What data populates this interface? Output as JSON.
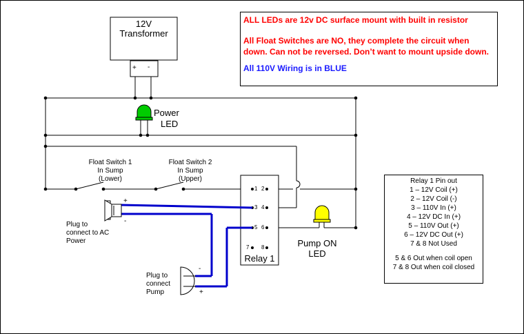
{
  "transformer": {
    "line1": "12V",
    "line2": "Transformer",
    "plus": "+",
    "minus": "-"
  },
  "power_led": {
    "line1": "Power",
    "line2": "LED"
  },
  "pump_led": {
    "line1": "Pump ON",
    "line2": "LED"
  },
  "float_switch_1": {
    "line1": "Float Switch 1",
    "line2": "In Sump",
    "line3": "(Lower)"
  },
  "float_switch_2": {
    "line1": "Float Switch 2",
    "line2": "In Sump",
    "line3": "(Upper)"
  },
  "relay": {
    "label": "Relay 1",
    "pins": [
      "1",
      "2",
      "3",
      "4",
      "5",
      "6",
      "7",
      "8"
    ]
  },
  "ac_plug": {
    "line1": "Plug to",
    "line2": "connect to AC",
    "line3": "Power",
    "plus": "+",
    "minus": "-"
  },
  "pump_plug": {
    "line1": "Plug to",
    "line2": "connect",
    "line3": "Pump",
    "plus": "+",
    "minus": "-"
  },
  "notes": {
    "led_note": "ALL LEDs are 12v DC surface mount with built in resistor",
    "float_note": "All Float Switches are NO, they complete the circuit when down.  Can not be reversed.  Don’t want to mount upside down.",
    "wiring_note": "All 110V Wiring is in BLUE"
  },
  "pinout": {
    "title": "Relay 1 Pin out",
    "items": [
      "1 – 12V Coil (+)",
      "2 – 12V Coil (-)",
      "3 – 110V In (+)",
      "4 –  12V DC In (+)",
      "5 – 110V Out (+)",
      "6 – 12V DC Out (+)",
      "7 & 8 Not Used"
    ],
    "footer1": "5 & 6 Out when coil open",
    "footer2": "7 & 8 Out when coil closed"
  },
  "colors": {
    "wire": "#000000",
    "wire_110v": "#0000cc",
    "note_red": "#ff0000",
    "note_blue": "#1a1aff",
    "led_green": "#00cc00",
    "led_yellow": "#ffff00"
  }
}
